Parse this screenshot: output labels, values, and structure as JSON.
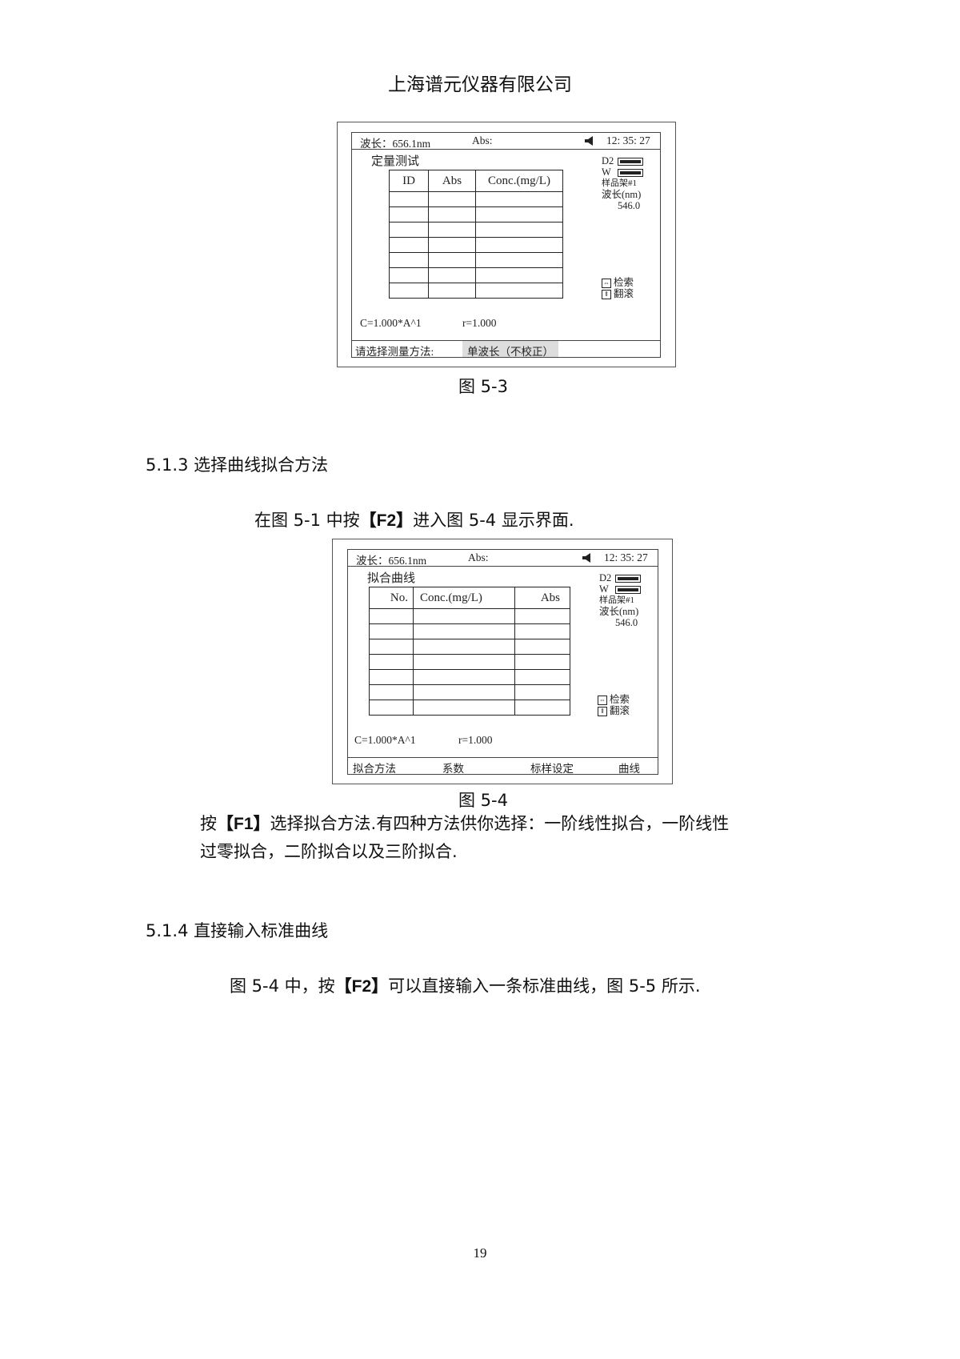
{
  "page": {
    "header": "上海谱元仪器有限公司",
    "page_number": "19"
  },
  "screen1": {
    "wavelength_label": "波长：656.1nm",
    "abs_label": "Abs:",
    "time": "12: 35: 27",
    "title": "定量测试",
    "columns": [
      "ID",
      "Abs",
      "Conc.(mg/L)"
    ],
    "side": {
      "d2": "D2",
      "w": "W",
      "holder": "样品架#1",
      "wl_label": "波长(nm)",
      "wl_value": "546.0",
      "search": "检索",
      "scroll": "翻滚"
    },
    "formula": "C=1.000*A^1",
    "r_value": "r=1.000",
    "prompt": "请选择测量方法:",
    "method": "单波长（不校正）"
  },
  "caption1": "图 5-3",
  "section_513": "5.1.3  选择曲线拟合方法",
  "para_513": {
    "prefix": "在图 5-1 中按",
    "key": "【F2】",
    "suffix": "进入图 5-4 显示界面."
  },
  "screen2": {
    "wavelength_label": "波长：656.1nm",
    "abs_label": "Abs:",
    "time": "12: 35: 27",
    "title": "拟合曲线",
    "columns": [
      "No.",
      "Conc.(mg/L)",
      "Abs"
    ],
    "side": {
      "d2": "D2",
      "w": "W",
      "holder": "样品架#1",
      "wl_label": "波长(nm)",
      "wl_value": "546.0",
      "search": "检索",
      "scroll": "翻滚"
    },
    "formula": "C=1.000*A^1",
    "r_value": "r=1.000",
    "fkeys": [
      "拟合方法",
      "系数",
      "标样设定",
      "曲线"
    ]
  },
  "caption2": "图 5-4",
  "para_fit": {
    "prefix": "按",
    "key": "【F1】",
    "line1_rest": "选择拟合方法.有四种方法供你选择：一阶线性拟合，一阶线性",
    "line2": "过零拟合，二阶拟合以及三阶拟合."
  },
  "section_514": "5.1.4  直接输入标准曲线",
  "para_514": {
    "prefix": "图 5-4 中，按",
    "key": "【F2】",
    "suffix": "可以直接输入一条标准曲线，图 5-5 所示."
  }
}
